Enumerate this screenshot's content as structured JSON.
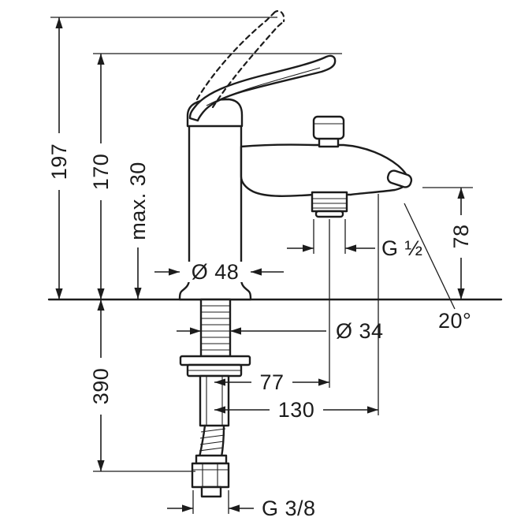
{
  "drawing": {
    "type": "technical-dimension-drawing",
    "subject": "single-lever bath mixer faucet, side view with mounting parts",
    "labels": {
      "total_height": "197",
      "lever_height": "170",
      "max_mounting_depth": "max. 30",
      "base_diameter": "Ø 48",
      "shower_outlet_thread": "G ½",
      "spout_height": "78",
      "spout_angle": "20°",
      "hole_diameter": "Ø 34",
      "outlet_offset": "77",
      "spout_reach": "130",
      "below_deck_length": "390",
      "supply_thread": "G 3/8"
    },
    "colors": {
      "line": "#1c1c1c",
      "background": "#ffffff"
    }
  }
}
